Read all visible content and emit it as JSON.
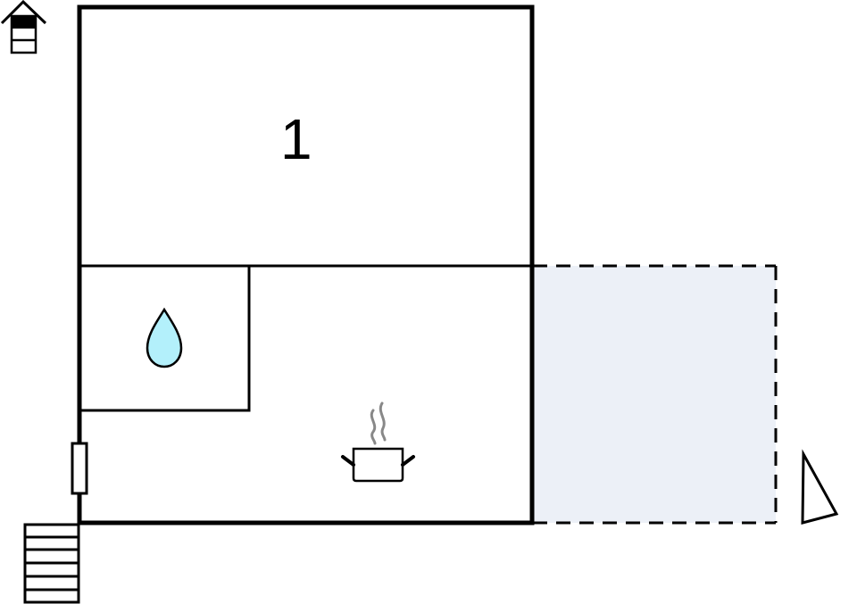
{
  "floorplan": {
    "rooms": [
      {
        "id": "room-1",
        "label": "1"
      }
    ],
    "icons": {
      "entrance": "house-entrance-icon",
      "bathroom": "water-drop-icon",
      "kitchen": "cooking-pot-icon",
      "north": "north-arrow-icon",
      "stairs": "stairs-icon",
      "door": "door-icon"
    },
    "colors": {
      "wall": "#000000",
      "terrace_fill": "#ecf0f7",
      "water_drop_fill": "#b3f0fb",
      "steam": "#888888",
      "background": "#ffffff"
    },
    "terrace": {
      "style": "dashed"
    }
  }
}
